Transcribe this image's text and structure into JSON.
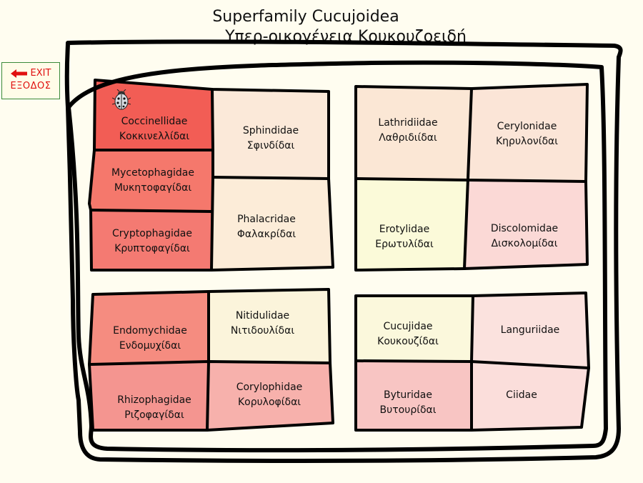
{
  "title": {
    "en": "Superfamily Cucujoidea",
    "gr": "Υπερ-οικογένεια Κουκουζοειδή"
  },
  "exit": {
    "en": "EXIT",
    "gr": "ΕΞΟΔΟΣ",
    "arrow_color": "#e01010"
  },
  "families": [
    {
      "en": "Coccinellidae",
      "gr": "Κοκκινελλίδαι",
      "color": "#f25d55"
    },
    {
      "en": "Mycetophagidae",
      "gr": "Μυκητοφαγίδαι",
      "color": "#f5786c"
    },
    {
      "en": "Cryptophagidae",
      "gr": "Κρυπτοφαγίδαι",
      "color": "#f47a72"
    },
    {
      "en": "Sphindidae",
      "gr": "Σφινδίδαι",
      "color": "#fbe9d9"
    },
    {
      "en": "Phalacridae",
      "gr": "Φαλακρίδαι",
      "color": "#fcecd8"
    },
    {
      "en": "Lathridiidae",
      "gr": "Λαθριδιίδαι",
      "color": "#fbe7d5"
    },
    {
      "en": "Cerylonidae",
      "gr": "Κηρυλονίδαι",
      "color": "#fbe5d7"
    },
    {
      "en": "Erotylidae",
      "gr": "Ερωτυλίδαι",
      "color": "#fbfad9"
    },
    {
      "en": "Discolomidae",
      "gr": "Δισκολομίδαι",
      "color": "#fbd9d6"
    },
    {
      "en": "Endomychidae",
      "gr": "Ενδομυχίδαι",
      "color": "#f58c80"
    },
    {
      "en": "Nitidulidae",
      "gr": "Νιτιδουλίδαι",
      "color": "#fbf4db"
    },
    {
      "en": "Rhizophagidae",
      "gr": "Ριζοφαγίδαι",
      "color": "#f49590"
    },
    {
      "en": "Corylophidae",
      "gr": "Κορυλοφίδαι",
      "color": "#f7b1ac"
    },
    {
      "en": "Cucujidae",
      "gr": "Κουκουζίδαι",
      "color": "#fbf8dc"
    },
    {
      "en": "Languriidae",
      "gr": "",
      "color": "#fbe2de"
    },
    {
      "en": "Byturidae",
      "gr": "Βυτουρίδαι",
      "color": "#f8c5c3"
    },
    {
      "en": "Ciidae",
      "gr": "",
      "color": "#fbdedb"
    }
  ]
}
